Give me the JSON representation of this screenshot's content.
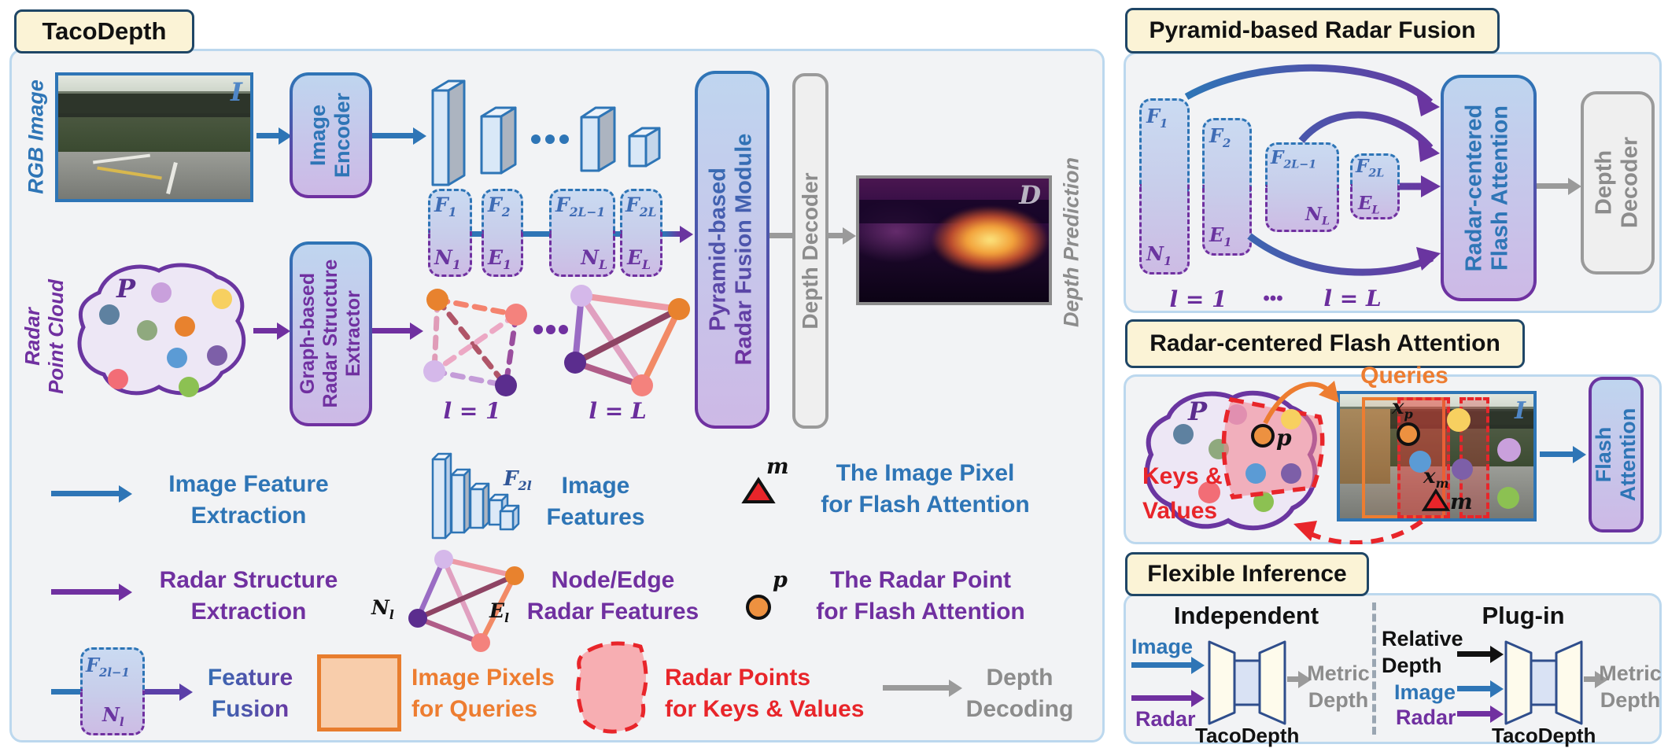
{
  "colors": {
    "blue": "#2E75B6",
    "purple": "#7030A0",
    "orange": "#ED7D31",
    "red": "#E8252A",
    "gray": "#8C8C8C",
    "cream_tab": "#FBF3D6",
    "navy_border": "#1F4666"
  },
  "main": {
    "title": "TacoDepth",
    "rgb_image_label": "RGB Image",
    "image_symbol": "I",
    "radar_cloud_label": "Radar\nPoint Cloud",
    "cloud_symbol": "P",
    "image_encoder_label": "Image\nEncoder",
    "radar_extractor_label": "Graph-based\nRadar Structure\nExtractor",
    "fusion_module_label": "Pyramid-based\nRadar Fusion Module",
    "depth_decoder_label": "Depth Decoder",
    "depth_symbol": "D",
    "depth_prediction_label": "Depth Prediction",
    "level_first": "l = 1",
    "level_last": "l = L",
    "features": {
      "f1": {
        "b": "F",
        "s": "1"
      },
      "f2": {
        "b": "F",
        "s": "2"
      },
      "f2l1": {
        "b": "F",
        "s": "2L−1"
      },
      "f2l": {
        "b": "F",
        "s": "2L"
      },
      "n1": {
        "b": "N",
        "s": "1"
      },
      "e1": {
        "b": "E",
        "s": "1"
      },
      "nl": {
        "b": "N",
        "s": "L"
      },
      "el": {
        "b": "E",
        "s": "L"
      }
    }
  },
  "legend": {
    "image_feature_extraction": "Image Feature\nExtraction",
    "radar_structure_extraction": "Radar Structure\nExtraction",
    "feature_fusion": "Feature\nFusion",
    "image_features": "Image\nFeatures",
    "node_edge_features": "Node/Edge\nRadar Features",
    "image_pixels_queries": "Image Pixels\nfor Queries",
    "radar_points_kv": "Radar Points\nfor Keys & Values",
    "image_pixel_flash": "The Image Pixel\nfor Flash Attention",
    "radar_point_flash": "The Radar Point\nfor Flash Attention",
    "depth_decoding": "Depth\nDecoding",
    "m_symbol": "m",
    "p_symbol": "p",
    "f2l_lower": {
      "b": "F",
      "s": "2l"
    },
    "f2lm1_lower": {
      "b": "F",
      "s": "2l−1"
    },
    "nl_lower": {
      "b": "N",
      "s": "l"
    },
    "el_lower": {
      "b": "E",
      "s": "l"
    }
  },
  "pyramid_panel": {
    "title": "Pyramid-based Radar Fusion",
    "rcfa_label": "Radar-centered\nFlash Attention",
    "depth_decoder_label": "Depth\nDecoder",
    "level_first": "l = 1",
    "level_last": "l = L",
    "ellipsis": "•••"
  },
  "attention_panel": {
    "title": "Radar-centered Flash Attention",
    "queries_label": "Queries",
    "keys_values_label": "Keys &\nValues",
    "cloud_symbol": "P",
    "point_symbol": "p",
    "image_symbol": "I",
    "pixel_symbol": "m",
    "xp": {
      "b": "x",
      "s": "p"
    },
    "xm": {
      "b": "x",
      "s": "m"
    },
    "flash_attention_label": "Flash Attention"
  },
  "inference_panel": {
    "title": "Flexible Inference",
    "independent_title": "Independent",
    "plugin_title": "Plug-in",
    "image_label": "Image",
    "radar_label": "Radar",
    "relative_depth_label": "Relative\nDepth",
    "metric_depth_label": "Metric\nDepth",
    "model_label": "TacoDepth"
  }
}
